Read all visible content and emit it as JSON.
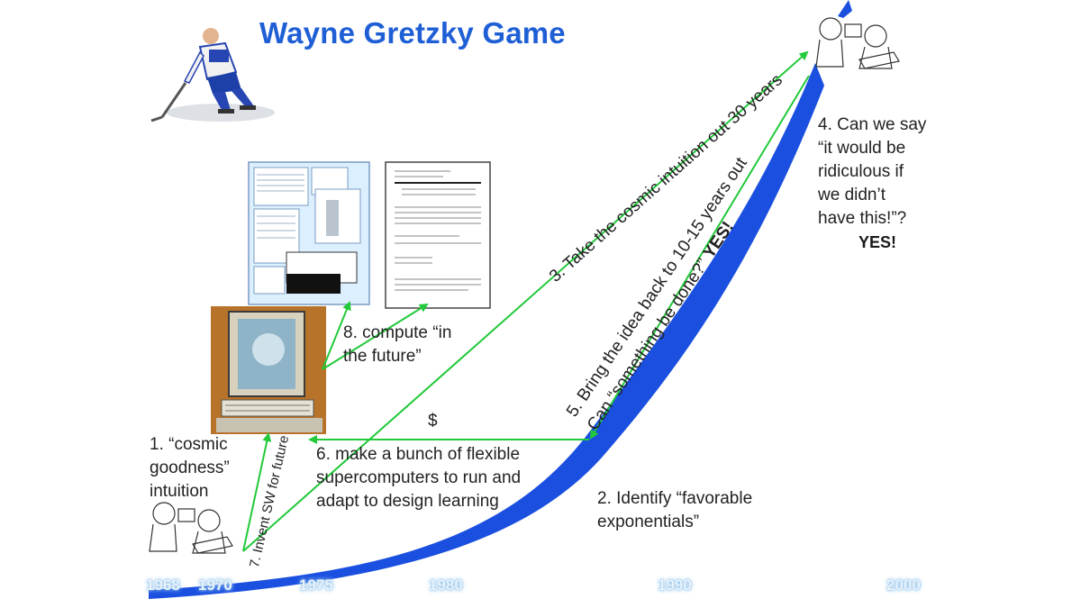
{
  "title": "Wayne Gretzky Game",
  "years": [
    "1968",
    "1970",
    "1975",
    "1980",
    "1990",
    "2000"
  ],
  "steps": {
    "s1": [
      "1. “cosmic",
      "goodness”",
      "intuition"
    ],
    "s2": [
      "2. Identify “favorable",
      "exponentials”"
    ],
    "s3": "3. Take the cosmic intuition out 30 years",
    "s4": [
      "4. Can we say",
      "“it would be",
      "ridiculous if",
      "we didn’t",
      "have this!”?"
    ],
    "s4_yes": "YES!",
    "s5_line1": "5. Bring the idea back to 10-15 years out",
    "s5_line2": "Can “something be done?”",
    "s5_yes": "YES!",
    "s6": [
      "6. make a bunch of flexible",
      "supercomputers to run and",
      "adapt to design learning"
    ],
    "s6_dollar": "$",
    "s7": "7. Invent SW for future",
    "s8": [
      "8. compute “in",
      "the future”"
    ]
  },
  "colors": {
    "title": "#1f5fd6",
    "curve": "#1a4fe0",
    "arrow": "#22c93a"
  },
  "icons": {
    "hockey_player": "hockey-player-icon",
    "children": "children-with-computer-icon",
    "computer": "alto-computer-icon",
    "screen_ui": "gui-screen-icon",
    "paper": "paper-document-icon"
  }
}
